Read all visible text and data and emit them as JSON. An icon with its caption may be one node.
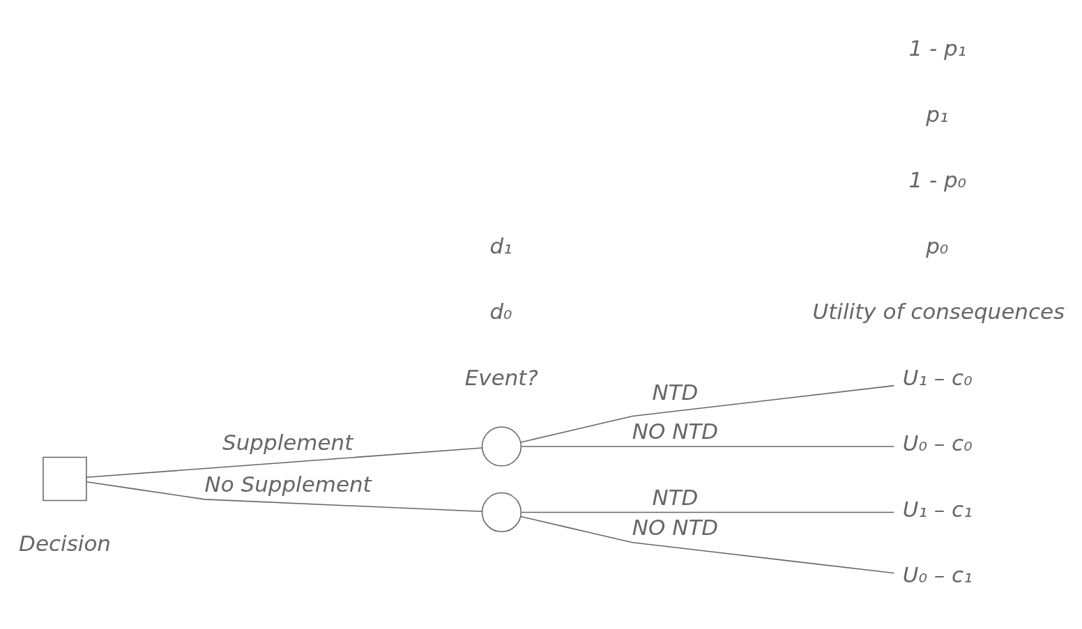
{
  "diagram": {
    "nodes": [
      {
        "text": [],
        "shape": "box"
      },
      {
        "text": [],
        "shape": "circle"
      },
      {
        "text": [],
        "shape": "circle"
      },
      {
        "text": [
          "U₁ – c₀"
        ]
      },
      {
        "text": [
          "U₀ – c₀"
        ]
      },
      {
        "text": [
          "U₁ – c₁"
        ]
      },
      {
        "text": [
          "U₀ – c₁"
        ]
      }
    ],
    "edges": [
      {
        "from": 0,
        "to": 1,
        "arrow": "none",
        "label": "Supplement"
      },
      {
        "from": 0,
        "to": 2,
        "arrow": "none",
        "label": "No Supplement"
      },
      {
        "from": 1,
        "to": 3,
        "arrow": "none",
        "label": "NTD"
      },
      {
        "from": 1,
        "to": 4,
        "arrow": "none",
        "label": "NO NTD"
      },
      {
        "from": 2,
        "to": 5,
        "arrow": "none",
        "label": "NTD"
      },
      {
        "from": 2,
        "to": 6,
        "arrow": "none",
        "label": "NO NTD"
      }
    ],
    "labels": [
      "Decision",
      "Event?",
      "Utility of consequences",
      "p₀",
      "d₀",
      "1 - p₀",
      "p₁",
      "d₁",
      "1 - p₁"
    ]
  }
}
